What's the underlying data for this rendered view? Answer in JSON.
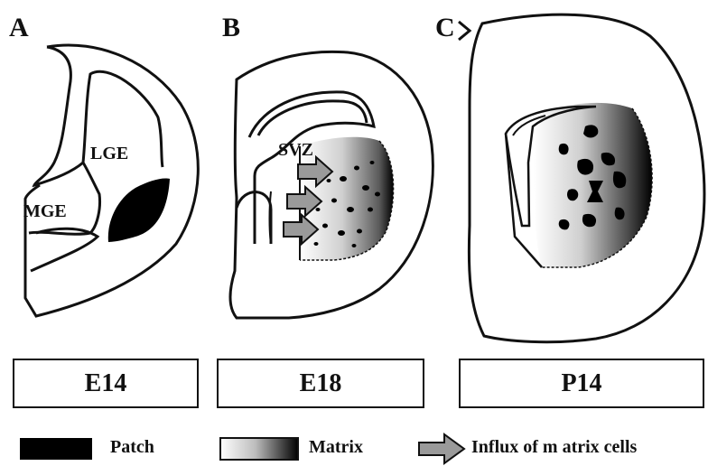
{
  "panels": [
    {
      "letter": "A",
      "stage": "E14",
      "regions": [
        "LGE",
        "MGE"
      ]
    },
    {
      "letter": "B",
      "stage": "E18",
      "regions": [
        "SVZ"
      ]
    },
    {
      "letter": "C",
      "stage": "P14",
      "regions": []
    }
  ],
  "legend": {
    "patch_label": "Patch",
    "matrix_label": "Matrix",
    "influx_label": "Influx of m atrix cells"
  },
  "colors": {
    "ink": "#111111",
    "patch": "#000000",
    "arrow_fill": "#9a9a9a"
  }
}
